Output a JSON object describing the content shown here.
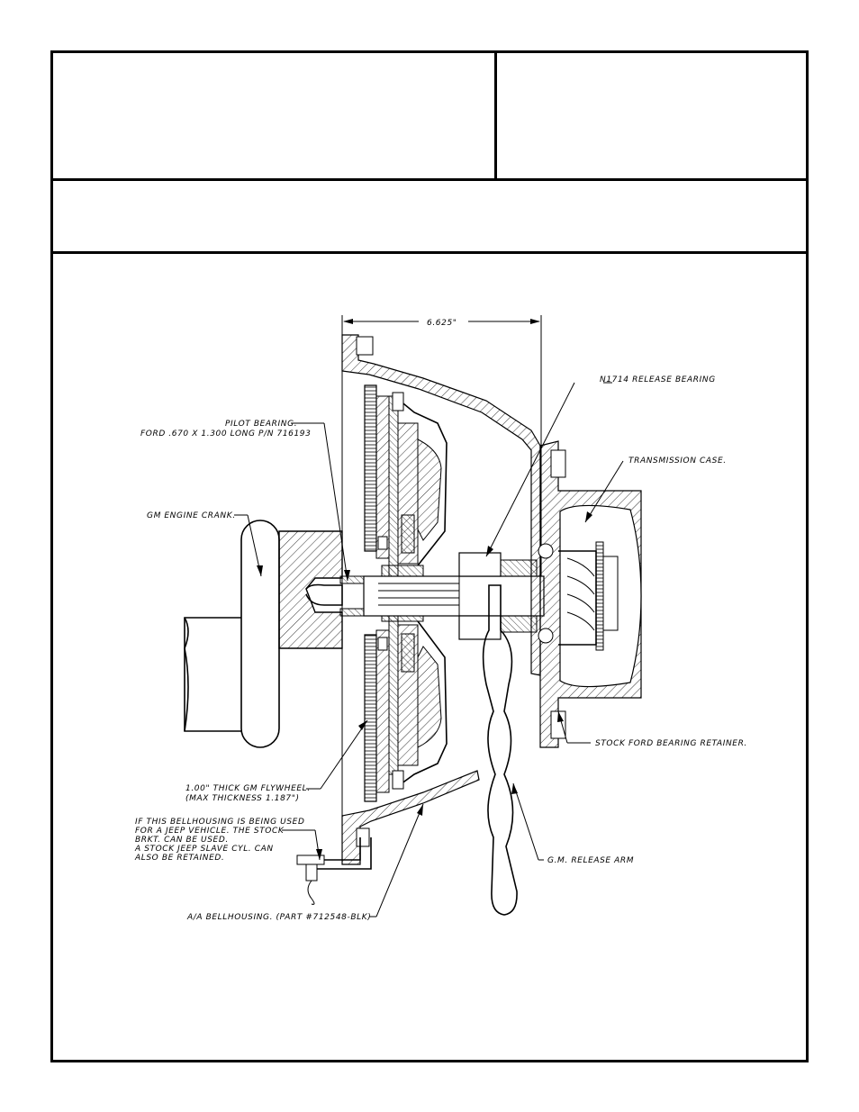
{
  "labels": {
    "dimension": "6.625\"",
    "release_bearing": "N1714 RELEASE BEARING",
    "pilot_bearing_1": "PILOT BEARING.",
    "pilot_bearing_2": "FORD .670 X 1.300 LONG P/N 716193",
    "transmission_case": "TRANSMISSION CASE.",
    "engine_crank": "GM ENGINE CRANK.",
    "bearing_retainer": "STOCK FORD BEARING RETAINER.",
    "flywheel_1": "1.00\" THICK GM FLYWHEEL.",
    "flywheel_2": "(MAX THICKNESS 1.187\")",
    "jeep_note_1": "IF THIS BELLHOUSING IS BEING USED",
    "jeep_note_2": "FOR A JEEP VEHICLE. THE STOCK",
    "jeep_note_3": "BRKT. CAN BE USED.",
    "jeep_note_4": "A STOCK JEEP SLAVE CYL. CAN",
    "jeep_note_5": "ALSO BE RETAINED.",
    "release_arm": "G.M. RELEASE ARM",
    "bellhousing": "A/A BELLHOUSING. (PART #712548-BLK)"
  }
}
